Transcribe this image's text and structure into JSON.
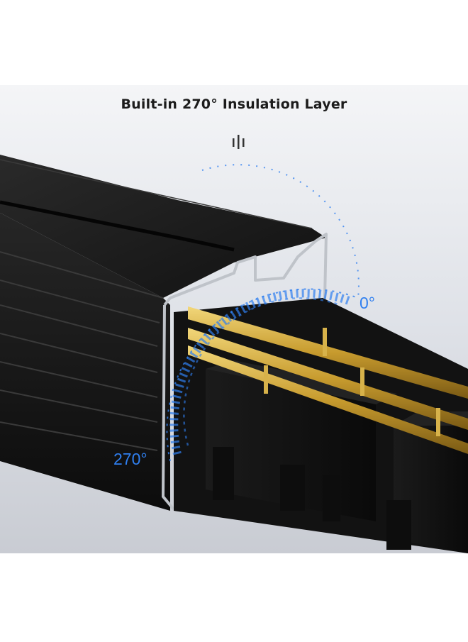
{
  "headline": "Built-in 270° Insulation Layer",
  "angles": {
    "start": "0°",
    "end": "270°"
  },
  "colors": {
    "background_top": "#ffffff",
    "backdrop": "#e9ebef",
    "housing": "#141414",
    "housing_highlight": "#3a3a3a",
    "insulation_arc": "#2f7ff0",
    "conductor": "#c9a43a",
    "text": "#1c1c1c"
  },
  "icons": [
    "insulation-arc-icon",
    "signal-tick-icon"
  ]
}
